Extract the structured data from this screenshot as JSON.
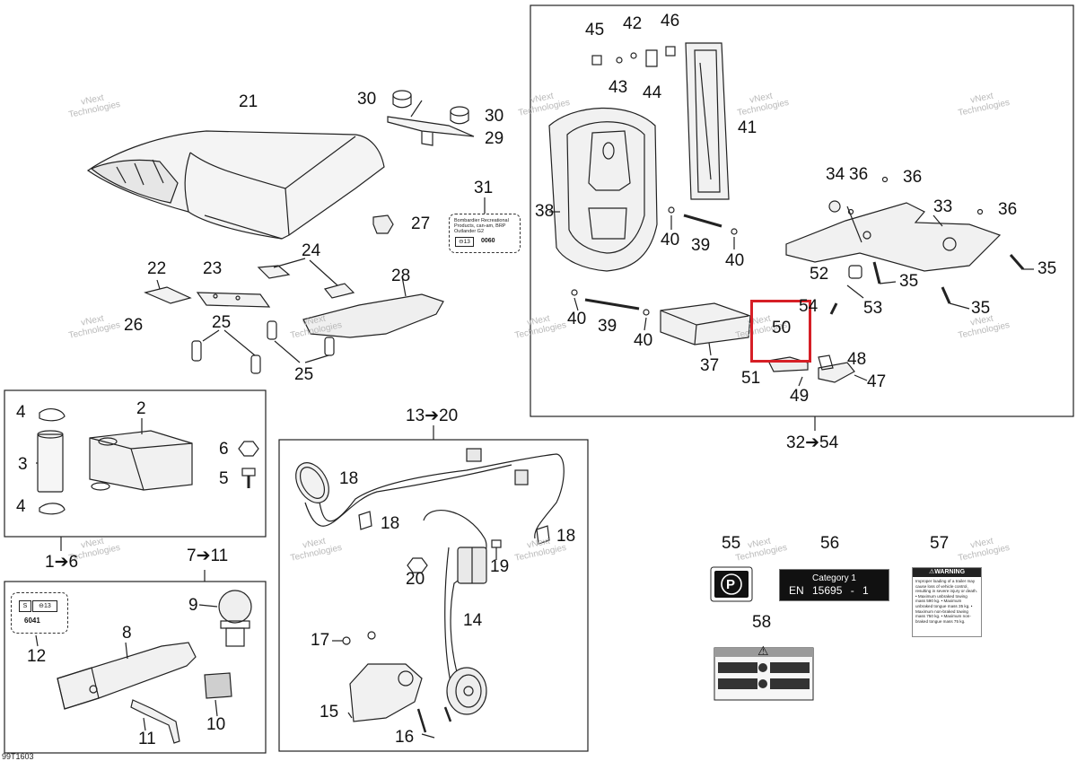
{
  "diagram_code": "99T1603",
  "watermark": [
    "vNext",
    "Technologies"
  ],
  "callouts": {
    "c1_6": "1➔6",
    "c2": "2",
    "c3": "3",
    "c4a": "4",
    "c4b": "4",
    "c5": "5",
    "c6": "6",
    "c7_11": "7➔11",
    "c8": "8",
    "c9": "9",
    "c10": "10",
    "c11": "11",
    "c12": "12",
    "c13_20": "13➔20",
    "c14": "14",
    "c15": "15",
    "c16": "16",
    "c17": "17",
    "c18a": "18",
    "c18b": "18",
    "c18c": "18",
    "c19": "19",
    "c20": "20",
    "c21": "21",
    "c22": "22",
    "c23": "23",
    "c24": "24",
    "c25a": "25",
    "c25b": "25",
    "c26": "26",
    "c27": "27",
    "c28": "28",
    "c29": "29",
    "c30a": "30",
    "c30b": "30",
    "c31": "31",
    "c32_54": "32➔54",
    "c33": "33",
    "c34": "34",
    "c35a": "35",
    "c35b": "35",
    "c35c": "35",
    "c36a": "36",
    "c36b": "36",
    "c36c": "36",
    "c37": "37",
    "c38": "38",
    "c39a": "39",
    "c39b": "39",
    "c40a": "40",
    "c40b": "40",
    "c40c": "40",
    "c40d": "40",
    "c41": "41",
    "c42": "42",
    "c43": "43",
    "c44": "44",
    "c45": "45",
    "c46": "46",
    "c47": "47",
    "c48": "48",
    "c49": "49",
    "c50": "50",
    "c51": "51",
    "c52": "52",
    "c53": "53",
    "c54": "54",
    "c55": "55",
    "c56": "56",
    "c57": "57",
    "c58": "58"
  },
  "label31": {
    "text": "Bombardier Recreational Products, can-am, BRP Outlander G2",
    "badge": "⊖13",
    "code": "0060"
  },
  "label12": {
    "s": "S",
    "e": "⊖13",
    "code": "6041"
  },
  "decal56": {
    "line1": "Category 1",
    "line2": "EN 15695 - 1"
  },
  "decal57": {
    "header": "⚠WARNING",
    "body": "Improper loading of a trailer may cause loss of vehicle control, resulting in severe injury or death. • Maximum unbraked towing mass 590 kg. • Maximum unbraked tongue mass 35 kg. • Maximum non-braked towing mass 750 kg. • Maximum non-braked tongue mass 75 kg."
  },
  "decal58": {
    "symbol": "⚠"
  },
  "decal55": {
    "symbol": "P"
  },
  "highlight": {
    "target_callout": "50",
    "color": "#d61f26"
  }
}
